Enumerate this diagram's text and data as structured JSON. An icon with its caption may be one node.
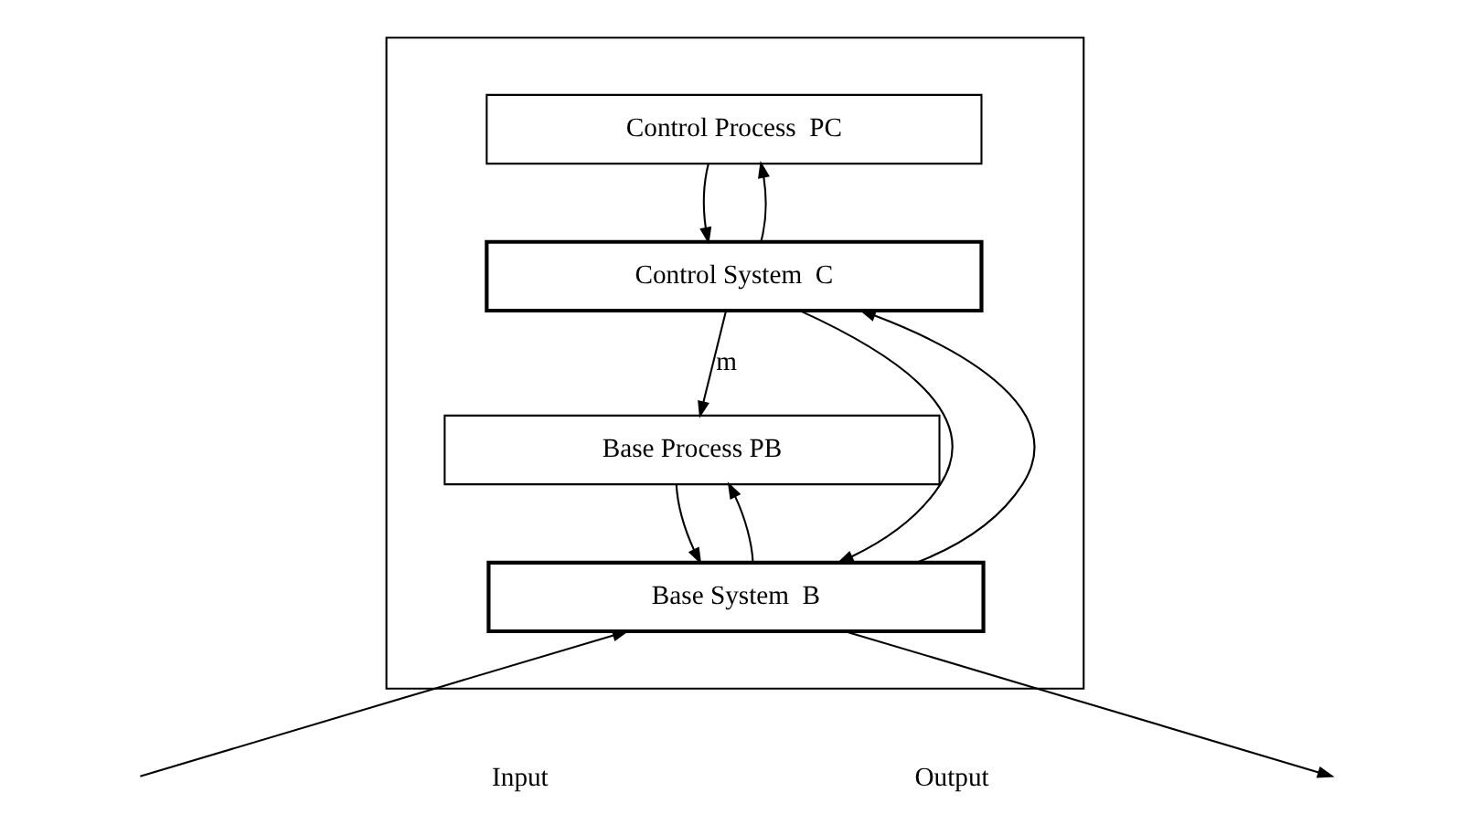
{
  "diagram": {
    "nodes": [
      {
        "text": [],
        "shape": "box"
      },
      {
        "text": [
          "Control Process  PC"
        ],
        "in": 0
      },
      {
        "text": [
          "Control System  C"
        ],
        "in": 0
      },
      {
        "text": [
          "Base Process PB"
        ],
        "in": 0
      },
      {
        "text": [
          "Base System  B"
        ],
        "in": 0
      }
    ],
    "edges": [
      {
        "from": 2,
        "to": 1,
        "arrow": "to"
      },
      {
        "from": 1,
        "to": 2,
        "arrow": "to"
      },
      {
        "from": 2,
        "to": 3,
        "label": "m",
        "arrow": "to"
      },
      {
        "from": 4,
        "to": 3,
        "arrow": "to"
      },
      {
        "from": 3,
        "to": 4,
        "arrow": "to"
      },
      {
        "from": 4,
        "to": 2,
        "arrow": "to"
      },
      {
        "from": 2,
        "to": 4,
        "arrow": "to"
      },
      {
        "from": null,
        "to": 4,
        "arrow": "to"
      },
      {
        "from": 4,
        "to": null,
        "arrow": "to"
      }
    ],
    "labels": [
      "Input",
      "Output"
    ]
  }
}
